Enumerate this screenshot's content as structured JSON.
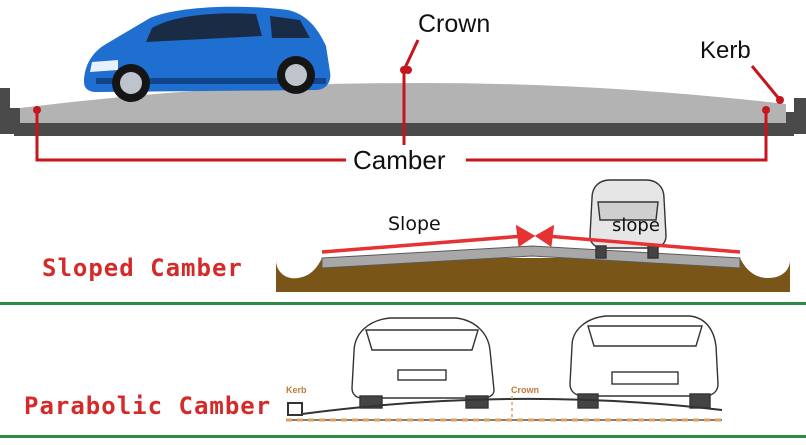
{
  "top_section": {
    "crown_label": "Crown",
    "kerb_label": "Kerb",
    "camber_label": "Camber"
  },
  "sloped_section": {
    "title": "Sloped Camber",
    "slope_left_label": "Slope",
    "slope_right_label": "slope"
  },
  "parabolic_section": {
    "title": "Parabolic Camber",
    "kerb_label": "Kerb",
    "crown_label": "Crown"
  },
  "colors": {
    "car_blue": "#1f6fd1",
    "road_grey": "#b3b3b3",
    "leader_red": "#c4161c",
    "title_red": "#d42a2a",
    "soil_brown": "#7a5518",
    "divider_green": "#2f8a45",
    "dash_orange": "#e0a05a"
  }
}
